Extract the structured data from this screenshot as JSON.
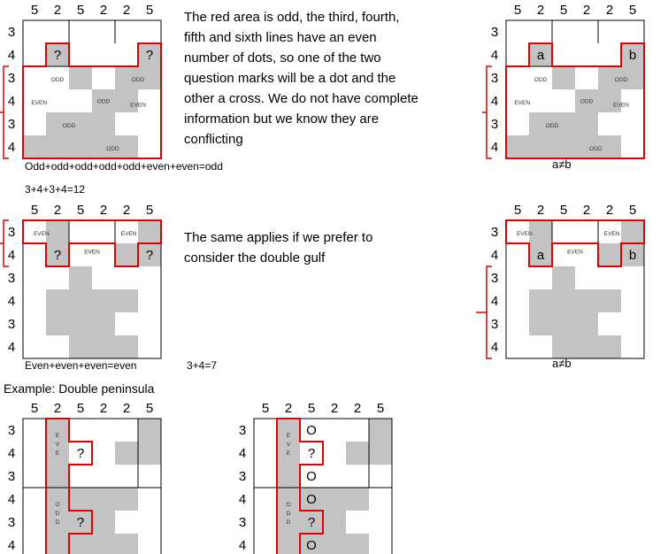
{
  "col_counts": [
    "5",
    "2",
    "5",
    "2",
    "2",
    "5"
  ],
  "row_counts": [
    "3",
    "4",
    "3",
    "4",
    "3",
    "4"
  ],
  "texts": {
    "para1": "The red area is odd, the third, fourth, fifth and sixth lines have an even number  of dots, so one of the two question marks will be a dot and the other a cross. We do not have complete information but we know they are conflicting",
    "formula1": "Odd+odd+odd+odd+odd+even+even=odd",
    "sum1": "3+4+3+4=12",
    "para2": "The same applies if we prefer to consider the double gulf",
    "formula2": "Even+even+even=even",
    "sum2": "3+4=7",
    "example": "Example: Double peninsula",
    "a_ne_b": "a≠b"
  },
  "cell_text": {
    "odd": "ODD",
    "even": "EVEN",
    "q": "?",
    "a": "a",
    "b": "b",
    "circle": "O",
    "vert_even": "E V E",
    "vert_odd": "O D D"
  },
  "colors": {
    "gray": "#c3c3c3",
    "red": "#e00000",
    "grid": "#000000"
  }
}
